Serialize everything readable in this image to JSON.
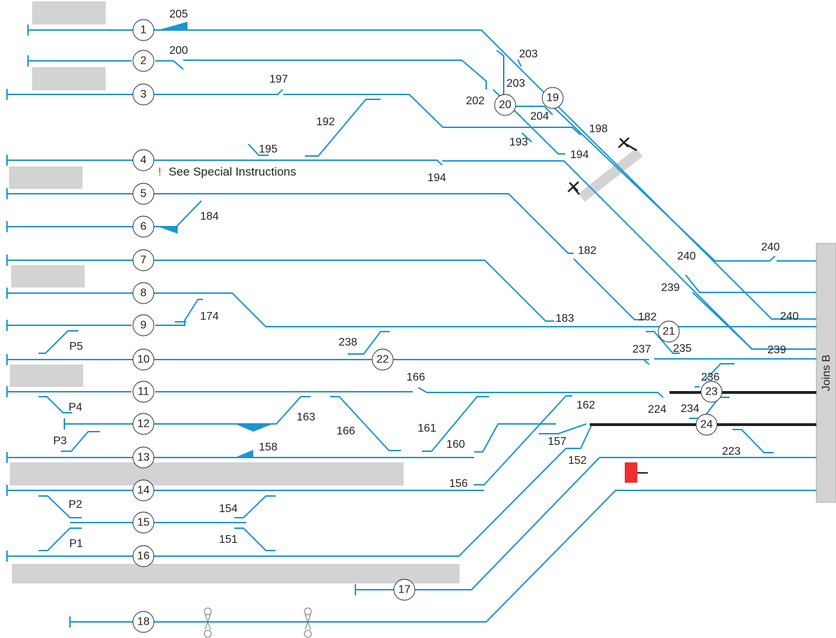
{
  "diagram": {
    "colors": {
      "track": "#1b95d3",
      "platform": "#d3d3d3",
      "signal": "#ff2020",
      "buffer": "#222222"
    },
    "roads": [
      {
        "id": "1",
        "label": "1"
      },
      {
        "id": "2",
        "label": "2"
      },
      {
        "id": "3",
        "label": "3"
      },
      {
        "id": "4",
        "label": "4"
      },
      {
        "id": "5",
        "label": "5"
      },
      {
        "id": "6",
        "label": "6"
      },
      {
        "id": "7",
        "label": "7"
      },
      {
        "id": "8",
        "label": "8"
      },
      {
        "id": "9",
        "label": "9"
      },
      {
        "id": "10",
        "label": "10"
      },
      {
        "id": "11",
        "label": "11"
      },
      {
        "id": "12",
        "label": "12"
      },
      {
        "id": "13",
        "label": "13"
      },
      {
        "id": "14",
        "label": "14"
      },
      {
        "id": "15",
        "label": "15"
      },
      {
        "id": "16",
        "label": "16"
      },
      {
        "id": "17",
        "label": "17"
      },
      {
        "id": "18",
        "label": "18"
      },
      {
        "id": "19",
        "label": "19"
      },
      {
        "id": "20",
        "label": "20"
      },
      {
        "id": "21",
        "label": "21"
      },
      {
        "id": "22",
        "label": "22"
      },
      {
        "id": "23",
        "label": "23"
      },
      {
        "id": "24",
        "label": "24"
      }
    ],
    "points": [
      {
        "id": "p205",
        "label": "205"
      },
      {
        "id": "p200",
        "label": "200"
      },
      {
        "id": "p203a",
        "label": "203"
      },
      {
        "id": "p203b",
        "label": "203"
      },
      {
        "id": "p202",
        "label": "202"
      },
      {
        "id": "p204",
        "label": "204"
      },
      {
        "id": "p197",
        "label": "197"
      },
      {
        "id": "p192",
        "label": "192"
      },
      {
        "id": "p198",
        "label": "198"
      },
      {
        "id": "p193",
        "label": "193"
      },
      {
        "id": "p195",
        "label": "195"
      },
      {
        "id": "p194a",
        "label": "194"
      },
      {
        "id": "p194b",
        "label": "194"
      },
      {
        "id": "p184",
        "label": "184"
      },
      {
        "id": "p182a",
        "label": "182"
      },
      {
        "id": "p240a",
        "label": "240"
      },
      {
        "id": "p240b",
        "label": "240"
      },
      {
        "id": "p240c",
        "label": "240"
      },
      {
        "id": "p239a",
        "label": "239"
      },
      {
        "id": "p239b",
        "label": "239"
      },
      {
        "id": "p174",
        "label": "174"
      },
      {
        "id": "p183",
        "label": "183"
      },
      {
        "id": "p182b",
        "label": "182"
      },
      {
        "id": "p235",
        "label": "235"
      },
      {
        "id": "p238",
        "label": "238"
      },
      {
        "id": "p237",
        "label": "237"
      },
      {
        "id": "pP5",
        "label": "P5"
      },
      {
        "id": "p166a",
        "label": "166"
      },
      {
        "id": "p236",
        "label": "236"
      },
      {
        "id": "p224",
        "label": "224"
      },
      {
        "id": "p234",
        "label": "234"
      },
      {
        "id": "pP4",
        "label": "P4"
      },
      {
        "id": "p163",
        "label": "163"
      },
      {
        "id": "p166b",
        "label": "166"
      },
      {
        "id": "p161",
        "label": "161"
      },
      {
        "id": "p162",
        "label": "162"
      },
      {
        "id": "p160",
        "label": "160"
      },
      {
        "id": "p157",
        "label": "157"
      },
      {
        "id": "pP3",
        "label": "P3"
      },
      {
        "id": "p158",
        "label": "158"
      },
      {
        "id": "p152",
        "label": "152"
      },
      {
        "id": "p223",
        "label": "223"
      },
      {
        "id": "p156",
        "label": "156"
      },
      {
        "id": "pP2",
        "label": "P2"
      },
      {
        "id": "p154",
        "label": "154"
      },
      {
        "id": "p151",
        "label": "151"
      },
      {
        "id": "pP1",
        "label": "P1"
      }
    ],
    "special_note": "See Special Instructions",
    "warning_mark": "!",
    "exit_label": "Joins B"
  }
}
